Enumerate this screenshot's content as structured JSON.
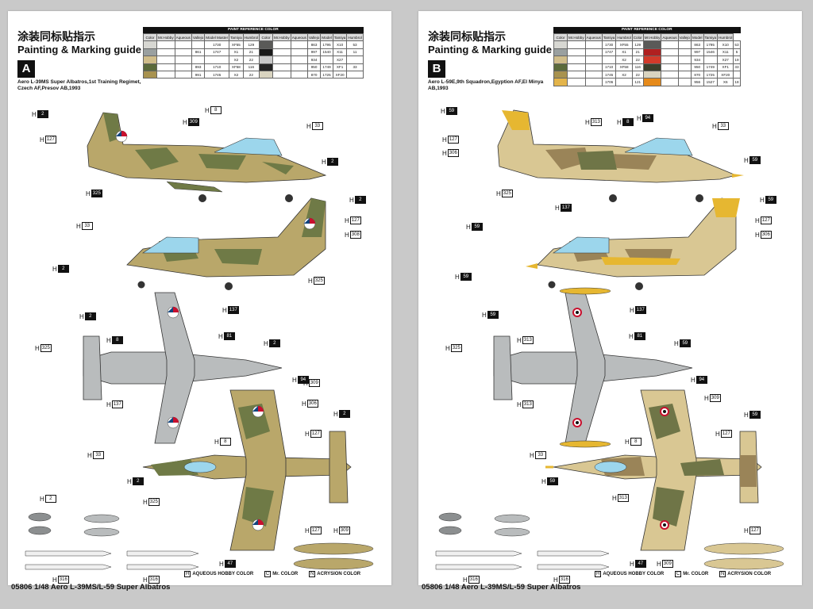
{
  "sheetA": {
    "title_cn": "涂装同标贴指示",
    "title_en": "Painting & Marking guide",
    "letter": "A",
    "description": "Aero L-39MS Super Albatros,1st Training Regimet,\nCzech AF,Presov AB,1993",
    "footer": "05806 1/48 Aero L-39MS/L-59 Super Albatros",
    "legend": {
      "aqueous": "AQUEOUS HOBBY COLOR",
      "mr": "Mr. COLOR",
      "acrysion": "ACRYSION COLOR"
    },
    "table": {
      "caption": "PAINT REFERENCE COLOR",
      "headers": [
        "Color",
        "Mr.Hobby",
        "Aqueous",
        "Vallejo",
        "Model Master",
        "Tamiya",
        "Humbrol",
        "Color",
        "Mr.Hobby",
        "Aqueous",
        "Vallejo",
        "Model",
        "Tamiya",
        "Humbrol"
      ],
      "rows": [
        {
          "c1": "#d7d7d2",
          "a": [
            "",
            "",
            "",
            "1730",
            "XF55",
            "129"
          ],
          "c2": "#5a5a58",
          "b": [
            "",
            "",
            "863",
            "1795",
            "X10",
            "53"
          ]
        },
        {
          "c1": "#9aa0a0",
          "a": [
            "",
            "",
            "861",
            "1747",
            "X1",
            "21"
          ],
          "c2": "#1a1a1a",
          "b": [
            "",
            "",
            "997",
            "1540",
            "X11",
            "11"
          ]
        },
        {
          "c1": "#d0bd8a",
          "a": [
            "",
            "",
            "",
            "",
            "X2",
            "22"
          ],
          "c2": "#c8c8c8",
          "b": [
            "",
            "",
            "934",
            "",
            "X27",
            ""
          ]
        },
        {
          "c1": "#5b6a3a",
          "a": [
            "",
            "",
            "893",
            "1710",
            "XF58",
            "116"
          ],
          "c2": "#242424",
          "b": [
            "",
            "",
            "950",
            "1749",
            "XF1",
            "33"
          ]
        },
        {
          "c1": "#a8924f",
          "a": [
            "",
            "",
            "991",
            "1745",
            "X2",
            "22"
          ],
          "c2": "#d9d4c0",
          "b": [
            "",
            "",
            "870",
            "1725",
            "XF20",
            ""
          ]
        }
      ]
    },
    "tags": [
      "2",
      "127",
      "8",
      "309",
      "33",
      "2",
      "325",
      "2",
      "33",
      "127",
      "308",
      "2",
      "325",
      "137",
      "81",
      "2",
      "94",
      "8",
      "325",
      "2",
      "306",
      "137",
      "309",
      "2",
      "127",
      "2",
      "33",
      "8",
      "325",
      "127",
      "309",
      "2",
      "47",
      "316",
      "316"
    ]
  },
  "sheetB": {
    "title_cn": "涂装同标贴指示",
    "title_en": "Painting & Marking guide",
    "letter": "B",
    "description": "Aero L-59E,9th Squadron,Egyption AF,El Minya\nAB,1993",
    "footer": "05806 1/48 Aero L-39MS/L-59 Super Albatros",
    "legend": {
      "aqueous": "AQUEOUS HOBBY COLOR",
      "mr": "Mr. COLOR",
      "acrysion": "ACRYSION COLOR"
    },
    "table": {
      "caption": "PAINT REFERENCE COLOR",
      "headers": [
        "Color",
        "Mr.Hobby",
        "Aqueous",
        "Tamiya",
        "Humbrol",
        "Color",
        "Mr.Hobby",
        "Aqueous",
        "Vallejo",
        "Model",
        "Tamiya",
        "Humbrol"
      ],
      "rows": [
        {
          "c1": "#d7d7d2",
          "a": [
            "",
            "",
            "1730",
            "XF55",
            "129"
          ],
          "c2": "#5a5a58",
          "b": [
            "",
            "",
            "863",
            "1795",
            "X10",
            "53"
          ]
        },
        {
          "c1": "#9aa0a0",
          "a": [
            "",
            "",
            "1747",
            "X1",
            "21"
          ],
          "c2": "#b02020",
          "b": [
            "",
            "",
            "997",
            "1546",
            "X11",
            "5"
          ]
        },
        {
          "c1": "#d0bd8a",
          "a": [
            "",
            "",
            "",
            "X2",
            "22"
          ],
          "c2": "#d23a2a",
          "b": [
            "",
            "",
            "934",
            "",
            "X27",
            "19"
          ]
        },
        {
          "c1": "#5b6a3a",
          "a": [
            "",
            "",
            "1710",
            "XF58",
            "116"
          ],
          "c2": "#3b3f2b",
          "b": [
            "",
            "",
            "950",
            "1749",
            "XF1",
            "33"
          ]
        },
        {
          "c1": "#a8924f",
          "a": [
            "",
            "",
            "1745",
            "X2",
            "22"
          ],
          "c2": "#d9d4c0",
          "b": [
            "",
            "",
            "870",
            "1725",
            "XF20",
            ""
          ]
        },
        {
          "c1": "#e3b44a",
          "a": [
            "",
            "",
            "1706",
            "",
            "121"
          ],
          "c2": "#e68a1a",
          "b": [
            "",
            "",
            "956",
            "1527",
            "X6",
            "18"
          ]
        }
      ]
    },
    "tags": [
      "59",
      "127",
      "306",
      "313",
      "8",
      "59",
      "94",
      "33",
      "59",
      "325",
      "137",
      "59",
      "127",
      "306",
      "59",
      "59",
      "325",
      "137",
      "59",
      "81",
      "313",
      "94",
      "309",
      "59",
      "127",
      "313",
      "8",
      "33",
      "59",
      "313",
      "127",
      "47",
      "309",
      "316",
      "316"
    ]
  },
  "colors": {
    "a_tan": "#b9a76a",
    "a_green": "#6f7a46",
    "a_light": "#d8cf9c",
    "b_sand": "#d9c793",
    "b_brown": "#9a8458",
    "b_green": "#6f7547",
    "underside": "#b9bcbd",
    "yellow": "#e6b731",
    "canopy": "#9cd6ec"
  }
}
